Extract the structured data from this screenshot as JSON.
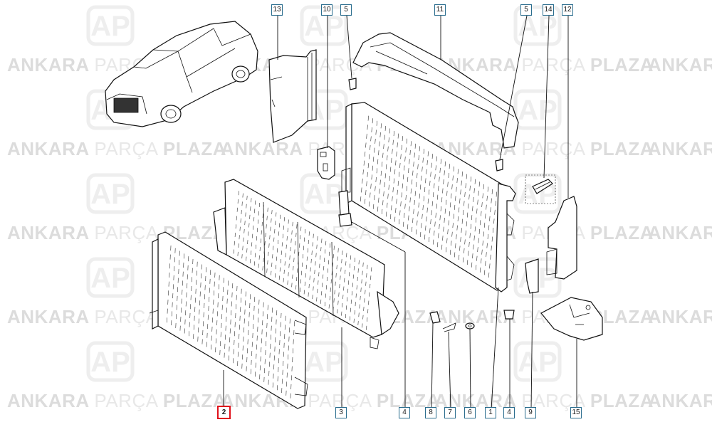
{
  "watermark": {
    "logo_glyph": "AP",
    "brand_bold_1": "ANKARA",
    "brand_light": "PARÇA",
    "brand_bold_2": "PLAZA"
  },
  "callouts": [
    {
      "id": "13",
      "label": "13"
    },
    {
      "id": "10",
      "label": "10"
    },
    {
      "id": "5a",
      "label": "5"
    },
    {
      "id": "11",
      "label": "11"
    },
    {
      "id": "5b",
      "label": "5"
    },
    {
      "id": "14",
      "label": "14"
    },
    {
      "id": "12",
      "label": "12"
    },
    {
      "id": "2",
      "label": "2",
      "selected": true
    },
    {
      "id": "3",
      "label": "3"
    },
    {
      "id": "4a",
      "label": "4"
    },
    {
      "id": "8",
      "label": "8"
    },
    {
      "id": "7",
      "label": "7"
    },
    {
      "id": "6",
      "label": "6"
    },
    {
      "id": "1",
      "label": "1"
    },
    {
      "id": "4b",
      "label": "4"
    },
    {
      "id": "9",
      "label": "9"
    },
    {
      "id": "15",
      "label": "15"
    }
  ],
  "colors": {
    "callout_border": "#2a6d8e",
    "selected_border": "#e0101a",
    "watermark": "#e4e4e4",
    "line": "#111111"
  }
}
